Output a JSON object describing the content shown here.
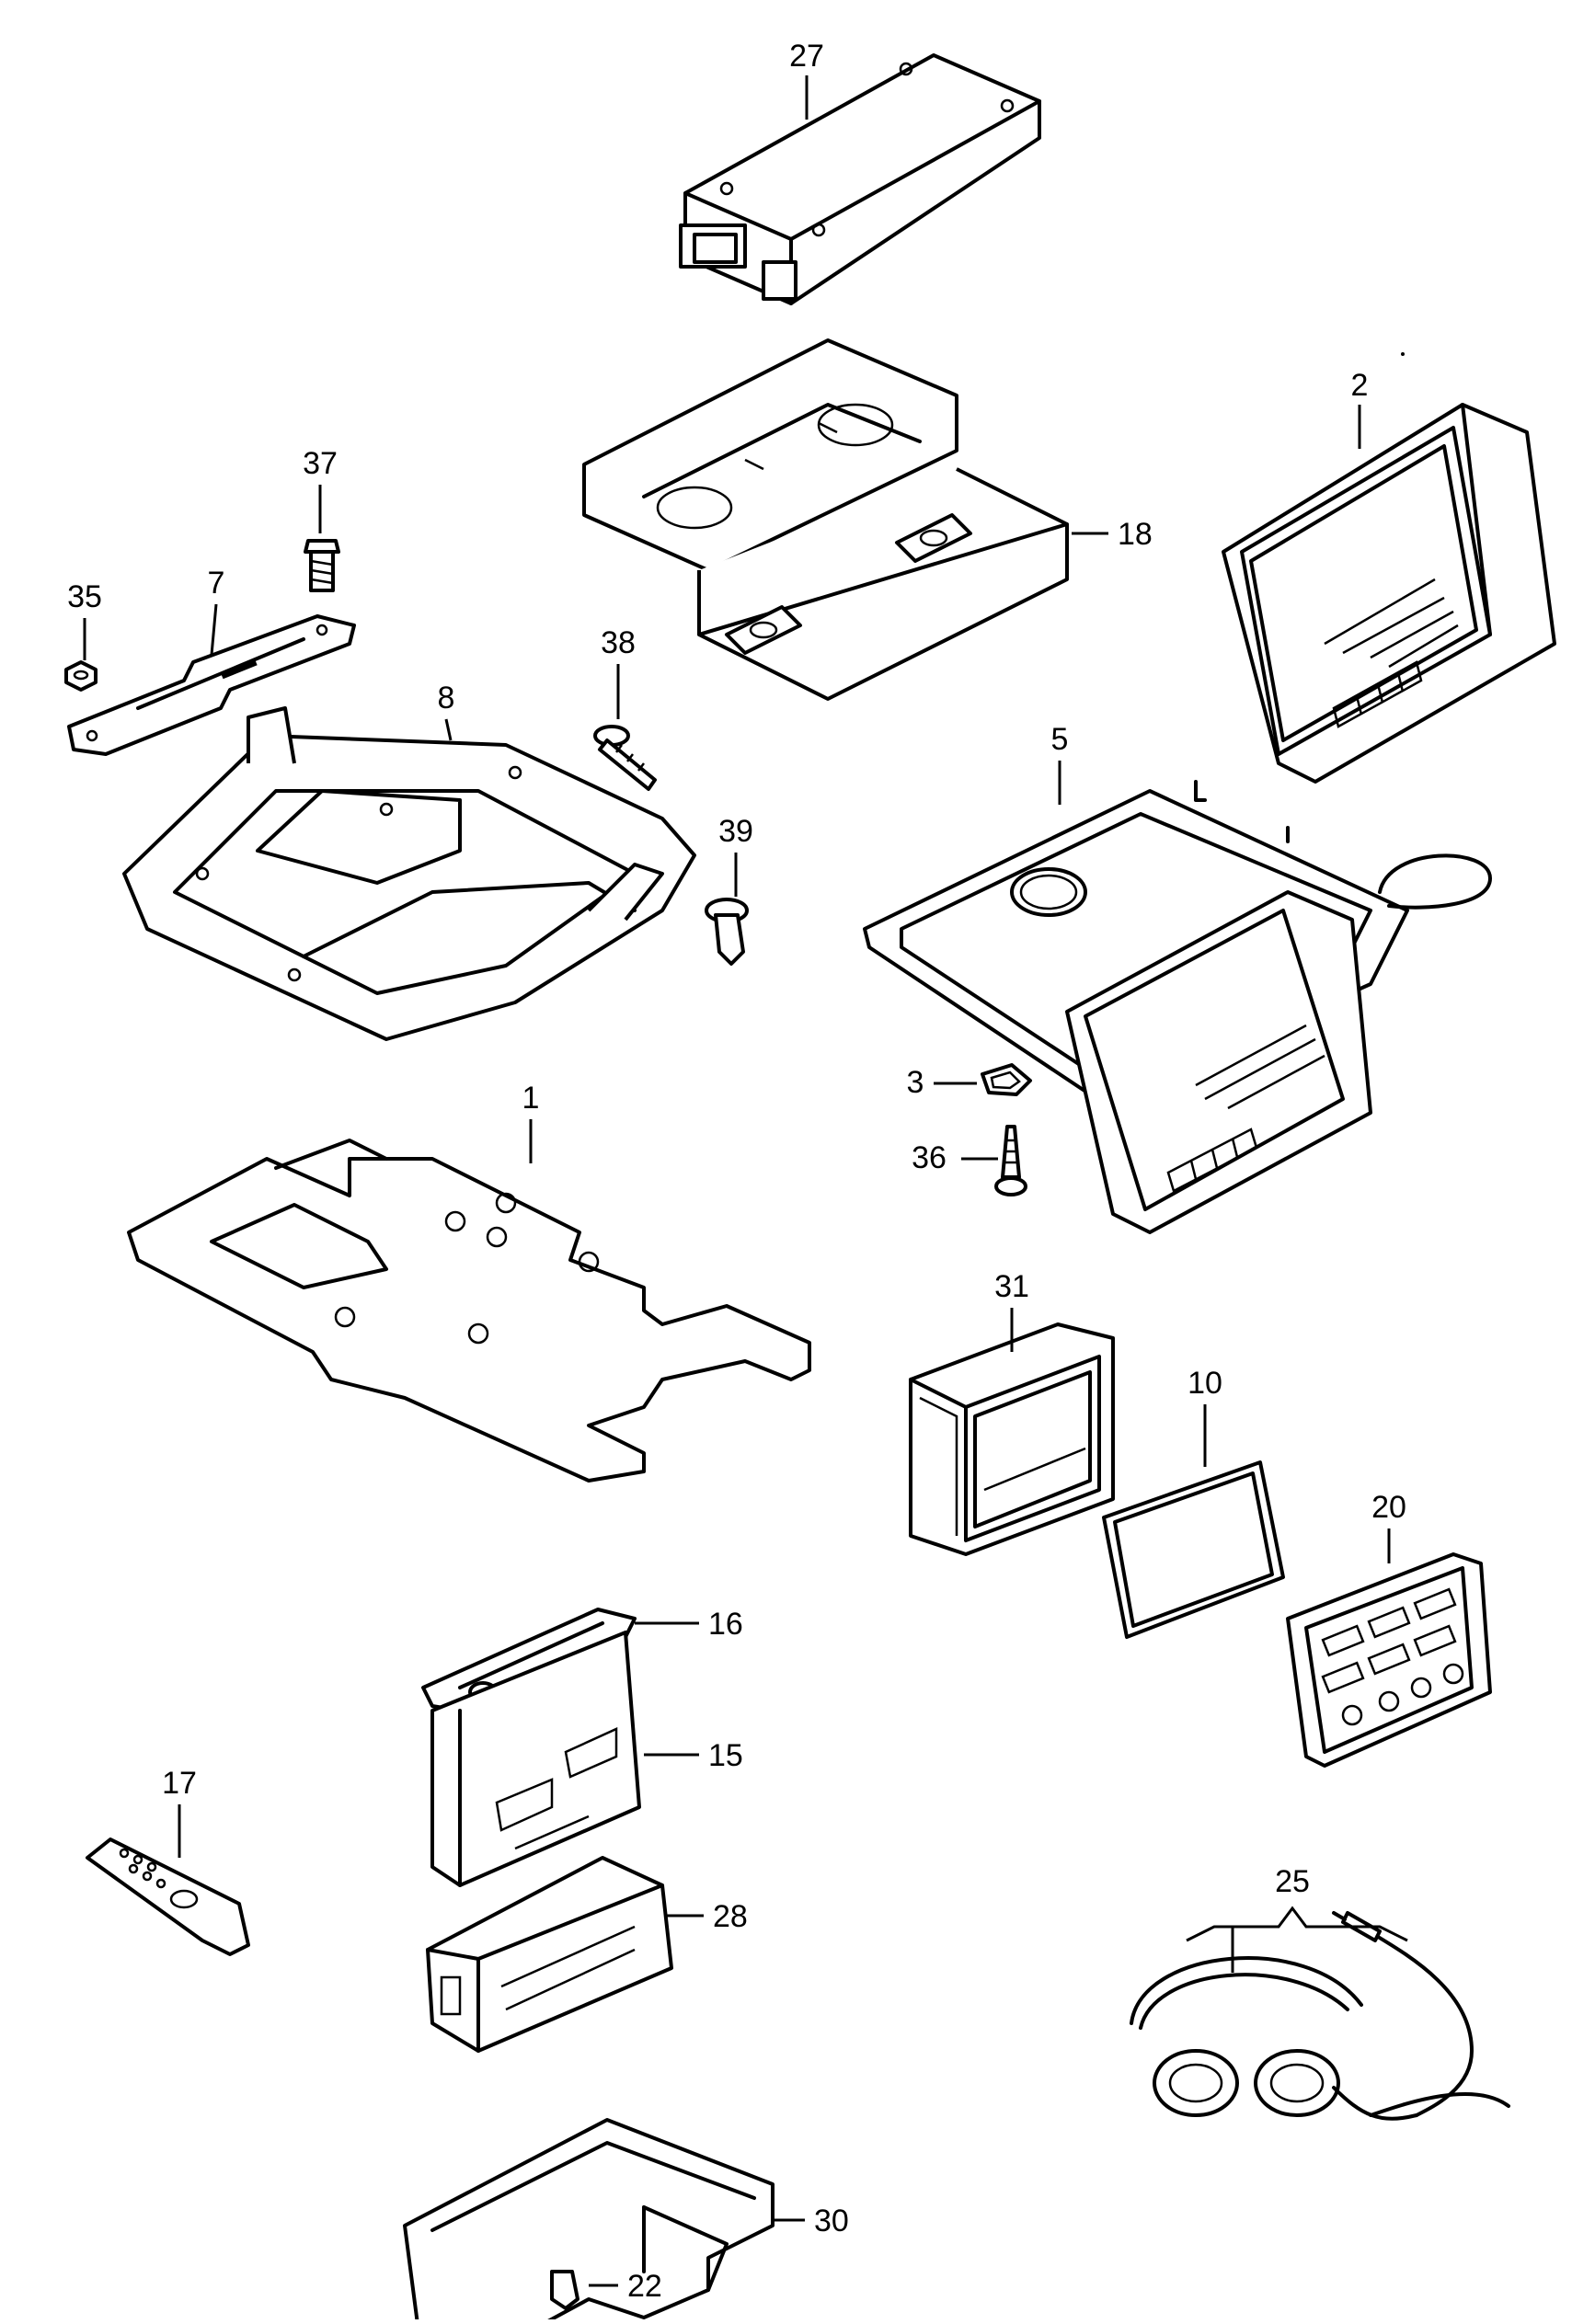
{
  "diagram": {
    "callouts": {
      "c27": "27",
      "c2": "2",
      "c37": "37",
      "c35": "35",
      "c7": "7",
      "c18": "18",
      "c8": "8",
      "c38": "38",
      "c5": "5",
      "c39": "39",
      "c1": "1",
      "c3": "3",
      "c36": "36",
      "c31": "31",
      "c10": "10",
      "c20": "20",
      "c16": "16",
      "c15": "15",
      "c17": "17",
      "c28": "28",
      "c25": "25",
      "c30": "30",
      "c22": "22"
    }
  }
}
